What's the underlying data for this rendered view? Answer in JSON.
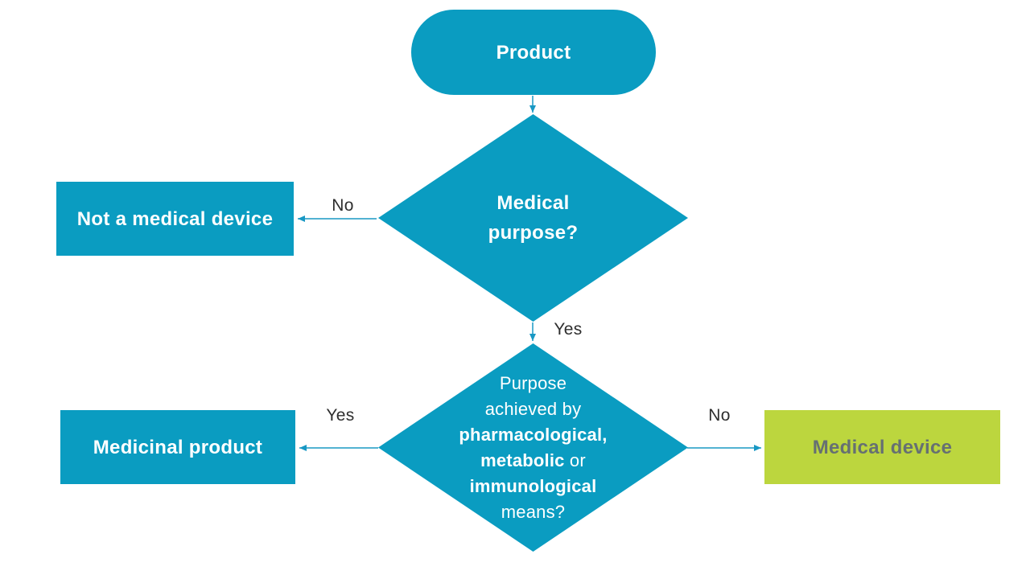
{
  "diagram": {
    "type": "flowchart",
    "subject": "medical device qualification decision tree",
    "background": "#ffffff"
  },
  "colors": {
    "node_fill_teal": "#0a9cc1",
    "node_fill_green": "#bcd63e",
    "node_text_white": "#ffffff",
    "node_text_green_box": "#667072",
    "edge_line": "#1898c4",
    "edge_label_text": "#2e2e2e"
  },
  "nodes": {
    "product": {
      "label": "Product",
      "shape": "terminator"
    },
    "medical_purpose": {
      "label": "Medical purpose?",
      "shape": "decision"
    },
    "not_medical_device": {
      "label": "Not a medical device",
      "shape": "rectangle"
    },
    "purpose_means": {
      "shape": "decision",
      "line1": "Purpose",
      "line2": "achieved by",
      "line3_bold": "pharmacological,",
      "line4_bold": "metabolic",
      "line4_rest": " or",
      "line5_bold": "immunological",
      "line6": "means?"
    },
    "medicinal_product": {
      "label": "Medicinal product",
      "shape": "rectangle"
    },
    "medical_device": {
      "label": "Medical device",
      "shape": "rectangle"
    }
  },
  "edges": {
    "product_to_medical_purpose": {
      "label": ""
    },
    "medical_purpose_no": {
      "label": "No",
      "target": "not_medical_device"
    },
    "medical_purpose_yes": {
      "label": "Yes",
      "target": "purpose_means"
    },
    "purpose_means_yes": {
      "label": "Yes",
      "target": "medicinal_product"
    },
    "purpose_means_no": {
      "label": "No",
      "target": "medical_device"
    }
  }
}
